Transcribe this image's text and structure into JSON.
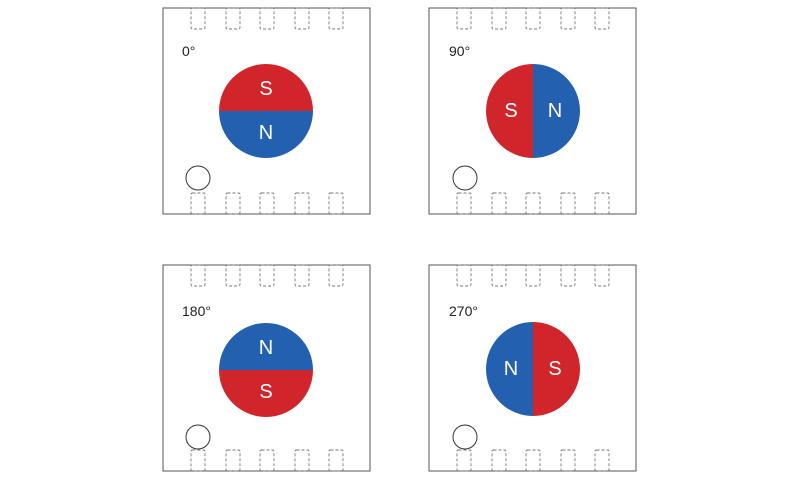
{
  "colors": {
    "north": "#2460b0",
    "south": "#d0252a",
    "outline": "#555555",
    "pin_dash": "#777777",
    "background": "#ffffff"
  },
  "panels": [
    {
      "angle_label": "0°",
      "rotation_deg": 0,
      "top_pole": "S",
      "bottom_pole": "N"
    },
    {
      "angle_label": "90°",
      "rotation_deg": 90,
      "left_pole": "S",
      "right_pole": "N"
    },
    {
      "angle_label": "180°",
      "rotation_deg": 180,
      "top_pole": "N",
      "bottom_pole": "S"
    },
    {
      "angle_label": "270°",
      "rotation_deg": 270,
      "left_pole": "N",
      "right_pole": "S"
    }
  ],
  "pins_per_side": 5
}
